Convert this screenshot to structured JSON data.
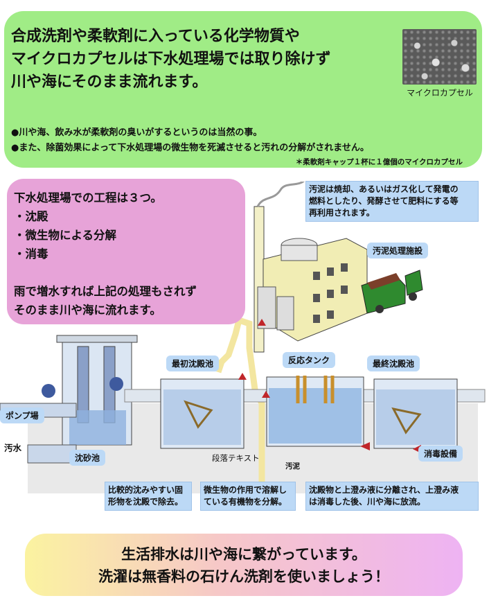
{
  "top": {
    "headline": [
      "合成洗剤や柔軟剤に入っている化学物質や",
      "マイクロカプセルは下水処理場では取り除けず",
      "川や海にそのまま流れます。"
    ],
    "image_caption": "マイクロカプセル",
    "bullets": [
      "●川や海、飲み水が柔軟剤の臭いがするというのは当然の事。",
      "●また、除菌効果によって下水処理場の微生物を死滅させると汚れの分解がされません。"
    ],
    "note": "＊柔軟剤キャップ１杯に１億個のマイクロカプセル"
  },
  "steps": {
    "lines": [
      "下水処理場での工程は３つ。",
      "・沈殿",
      "・微生物による分解",
      "・消毒",
      "",
      "雨で増水すれば上記の処理もされず",
      "そのまま川や海に流れます。"
    ]
  },
  "diagram": {
    "sludge_note": [
      "汚泥は焼却、あるいはガス化して発電の",
      "燃料としたり、発酵させて肥料にする等",
      "再利用されます。"
    ],
    "sludge_facility": "汚泥処理施設",
    "primary_tank": "最初沈殿池",
    "reaction_tank": "反応タンク",
    "final_tank": "最終沈殿池",
    "pump": "ポンプ場",
    "sewage": "汚水",
    "grit": "沈砂池",
    "paragraph": "段落テキスト",
    "sludge": "汚泥",
    "disinfection": "消毒設備",
    "desc1": [
      "比較的沈みやすい固",
      "形物を沈殿で除去。"
    ],
    "desc2": [
      "微生物の作用で溶解し",
      "ている有機物を分解。"
    ],
    "desc3": [
      "沈殿物と上澄み液に分離され、上澄み液",
      "は消毒した後、川や海に放流。"
    ]
  },
  "bottom": {
    "lines": [
      "生活排水は川や海に繋がっています。",
      "洗濯は無香料の石けん洗剤を使いましょう！"
    ]
  },
  "colors": {
    "green": "#a0ec86",
    "pink": "#e7a3d8",
    "blue": "#bcd9f6"
  }
}
